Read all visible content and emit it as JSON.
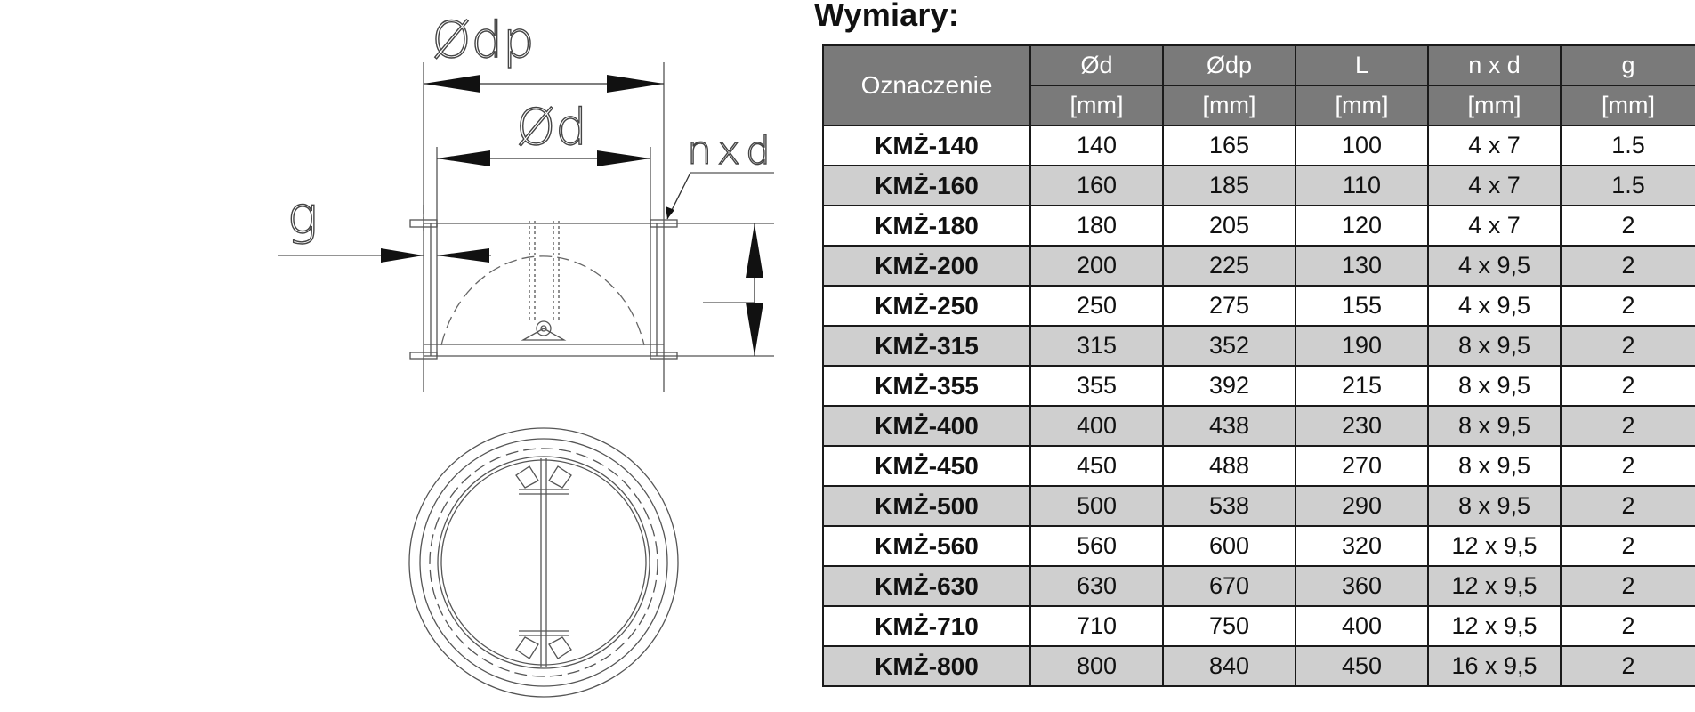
{
  "drawing": {
    "label_dp": "Ødp",
    "label_d": "Ød",
    "label_nxd": "nxd",
    "label_g": "g"
  },
  "heading": "Wymiary:",
  "table": {
    "name_header": "Oznaczenie",
    "columns": [
      {
        "label": "Ød",
        "unit": "[mm]"
      },
      {
        "label": "Ødp",
        "unit": "[mm]"
      },
      {
        "label": "L",
        "unit": "[mm]"
      },
      {
        "label": "n x d",
        "unit": "[mm]"
      },
      {
        "label": "g",
        "unit": "[mm]"
      }
    ],
    "rows": [
      {
        "code": "KMŻ-140",
        "d": "140",
        "dp": "165",
        "L": "100",
        "nxd": "4 x 7",
        "g": "1.5"
      },
      {
        "code": "KMŻ-160",
        "d": "160",
        "dp": "185",
        "L": "110",
        "nxd": "4 x 7",
        "g": "1.5"
      },
      {
        "code": "KMŻ-180",
        "d": "180",
        "dp": "205",
        "L": "120",
        "nxd": "4 x 7",
        "g": "2"
      },
      {
        "code": "KMŻ-200",
        "d": "200",
        "dp": "225",
        "L": "130",
        "nxd": "4 x 9,5",
        "g": "2"
      },
      {
        "code": "KMŻ-250",
        "d": "250",
        "dp": "275",
        "L": "155",
        "nxd": "4 x 9,5",
        "g": "2"
      },
      {
        "code": "KMŻ-315",
        "d": "315",
        "dp": "352",
        "L": "190",
        "nxd": "8 x 9,5",
        "g": "2"
      },
      {
        "code": "KMŻ-355",
        "d": "355",
        "dp": "392",
        "L": "215",
        "nxd": "8 x 9,5",
        "g": "2"
      },
      {
        "code": "KMŻ-400",
        "d": "400",
        "dp": "438",
        "L": "230",
        "nxd": "8 x 9,5",
        "g": "2"
      },
      {
        "code": "KMŻ-450",
        "d": "450",
        "dp": "488",
        "L": "270",
        "nxd": "8 x 9,5",
        "g": "2"
      },
      {
        "code": "KMŻ-500",
        "d": "500",
        "dp": "538",
        "L": "290",
        "nxd": "8 x 9,5",
        "g": "2"
      },
      {
        "code": "KMŻ-560",
        "d": "560",
        "dp": "600",
        "L": "320",
        "nxd": "12 x 9,5",
        "g": "2"
      },
      {
        "code": "KMŻ-630",
        "d": "630",
        "dp": "670",
        "L": "360",
        "nxd": "12 x 9,5",
        "g": "2"
      },
      {
        "code": "KMŻ-710",
        "d": "710",
        "dp": "750",
        "L": "400",
        "nxd": "12 x 9,5",
        "g": "2"
      },
      {
        "code": "KMŻ-800",
        "d": "800",
        "dp": "840",
        "L": "450",
        "nxd": "16 x 9,5",
        "g": "2"
      }
    ]
  }
}
